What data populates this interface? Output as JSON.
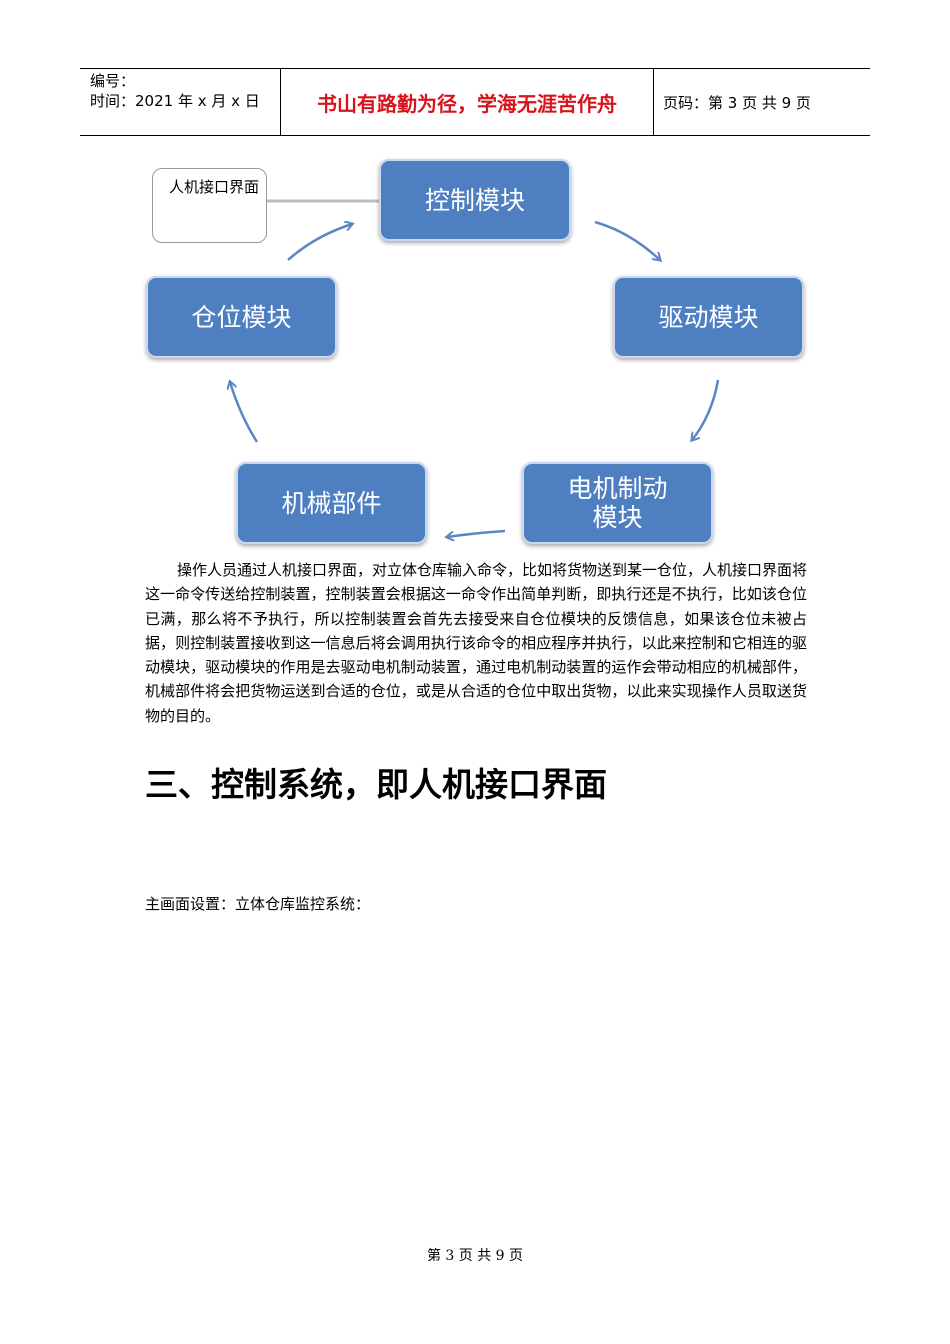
{
  "header": {
    "number_label": "编号：",
    "date_label": "时间：2021 年 x 月 x 日",
    "motto": "书山有路勤为径，学海无涯苦作舟",
    "page_label": "页码：第 3 页  共 9 页"
  },
  "diagram": {
    "hmi": "人机接口界面",
    "control": "控制模块",
    "drive": "驱动模块",
    "motor_line1": "电机制动",
    "motor_line2": "模块",
    "mechanical": "机械部件",
    "storage": "仓位模块"
  },
  "body": {
    "paragraph": "操作人员通过人机接口界面，对立体仓库输入命令，比如将货物送到某一仓位，人机接口界面将这一命令传送给控制装置，控制装置会根据这一命令作出简单判断，即执行还是不执行，比如该仓位已满，那么将不予执行，所以控制装置会首先去接受来自仓位模块的反馈信息，如果该仓位未被占据，则控制装置接收到这一信息后将会调用执行该命令的相应程序并执行，以此来控制和它相连的驱动模块，驱动模块的作用是去驱动电机制动装置，通过电机制动装置的运作会带动相应的机械部件，机械部件将会把货物运送到合适的仓位，或是从合适的仓位中取出货物，以此来实现操作人员取送货物的目的。",
    "section_title": "三、控制系统，即人机接口界面",
    "sub_line": "主画面设置：立体仓库监控系统："
  },
  "footer": {
    "page": "第 3 页 共 9 页"
  },
  "colors": {
    "box_fill": "#4e7fc1",
    "arrow": "#5a87c4",
    "motto": "#d8131b"
  }
}
